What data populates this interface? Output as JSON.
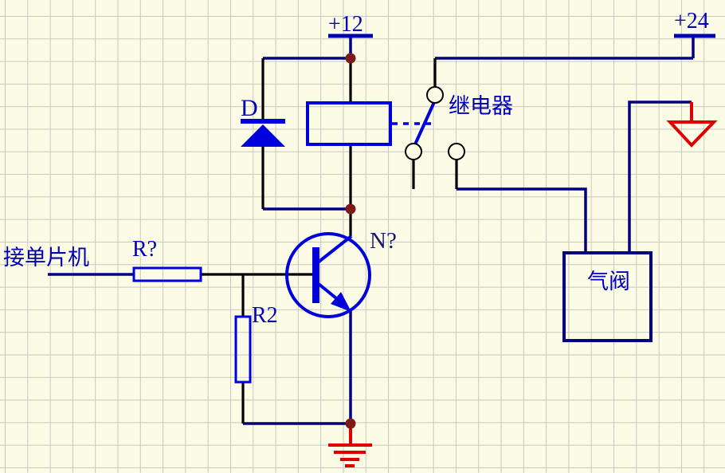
{
  "diagram": {
    "type": "circuit-schematic",
    "power": {
      "v12": "+12",
      "v24": "+24"
    },
    "components": {
      "diode": {
        "designator": "D",
        "kind": "flyback diode"
      },
      "relay_coil": {
        "kind": "relay coil"
      },
      "relay_contacts": {
        "label": "继电器",
        "kind": "relay SPDT contacts"
      },
      "r1": {
        "designator": "R?",
        "kind": "resistor"
      },
      "r2": {
        "designator": "R2",
        "kind": "resistor"
      },
      "q1": {
        "designator": "N?",
        "kind": "NPN transistor"
      },
      "valve": {
        "label": "气阀",
        "kind": "block"
      }
    },
    "notes": {
      "mcu": "接单片机"
    }
  },
  "colors": {
    "bg": "#FCFCE6",
    "grid": "#C8C8C0",
    "wire": "#000080",
    "pin": "#000000",
    "symbol": "#0000DC",
    "label": "#0000B4",
    "textdark": "#16166B",
    "red": "#DE0000",
    "junction": "#7C1A1A"
  }
}
